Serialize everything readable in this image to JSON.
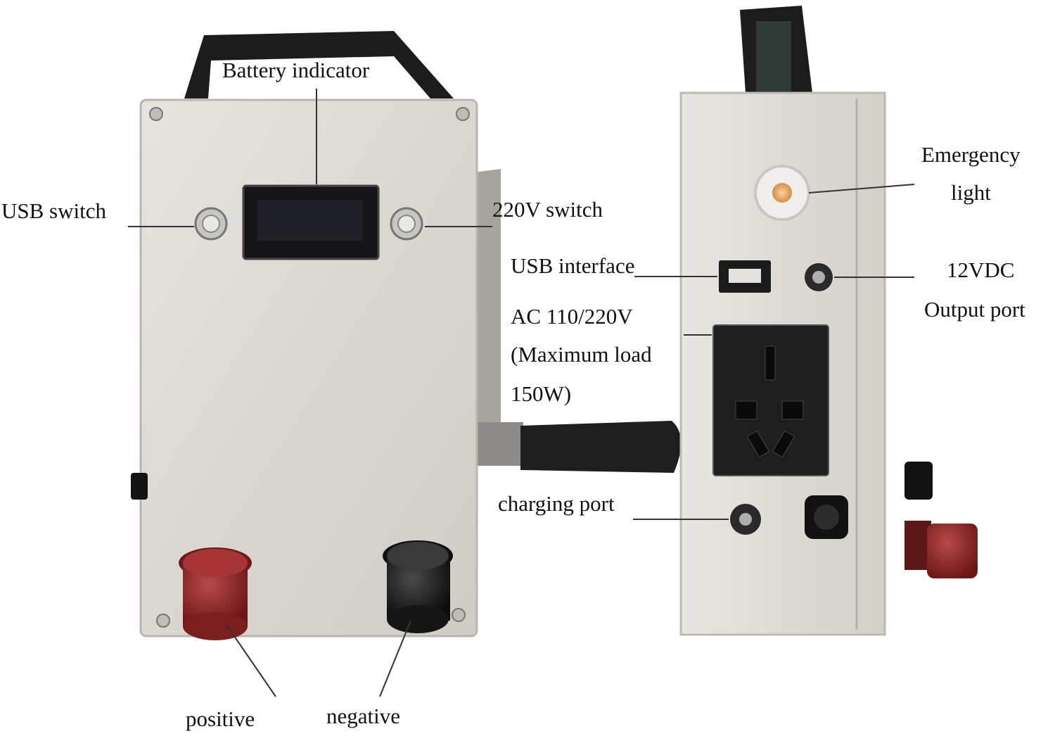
{
  "labels": {
    "battery_indicator": "Battery indicator",
    "usb_switch": "USB switch",
    "switch_220v": "220V switch",
    "emergency_light_1": "Emergency",
    "emergency_light_2": "light",
    "usb_interface": "USB interface",
    "output_12vdc_1": "12VDC",
    "output_12vdc_2": "Output port",
    "ac_1": "AC 110/220V",
    "ac_2": "(Maximum load",
    "ac_3": "150W)",
    "charging_port": "charging port",
    "positive": "positive",
    "negative": "negative"
  },
  "colors": {
    "background": "#ffffff",
    "enclosure": "#dcdad3",
    "enclosure_edge": "#b9b6ae",
    "panel_display": "#15151a",
    "handle": "#1c1c1c",
    "positive_terminal": "#8a2323",
    "negative_terminal": "#1a1a1a",
    "emergency_led": "#e8b27a",
    "outlet": "#1e1e1e"
  }
}
